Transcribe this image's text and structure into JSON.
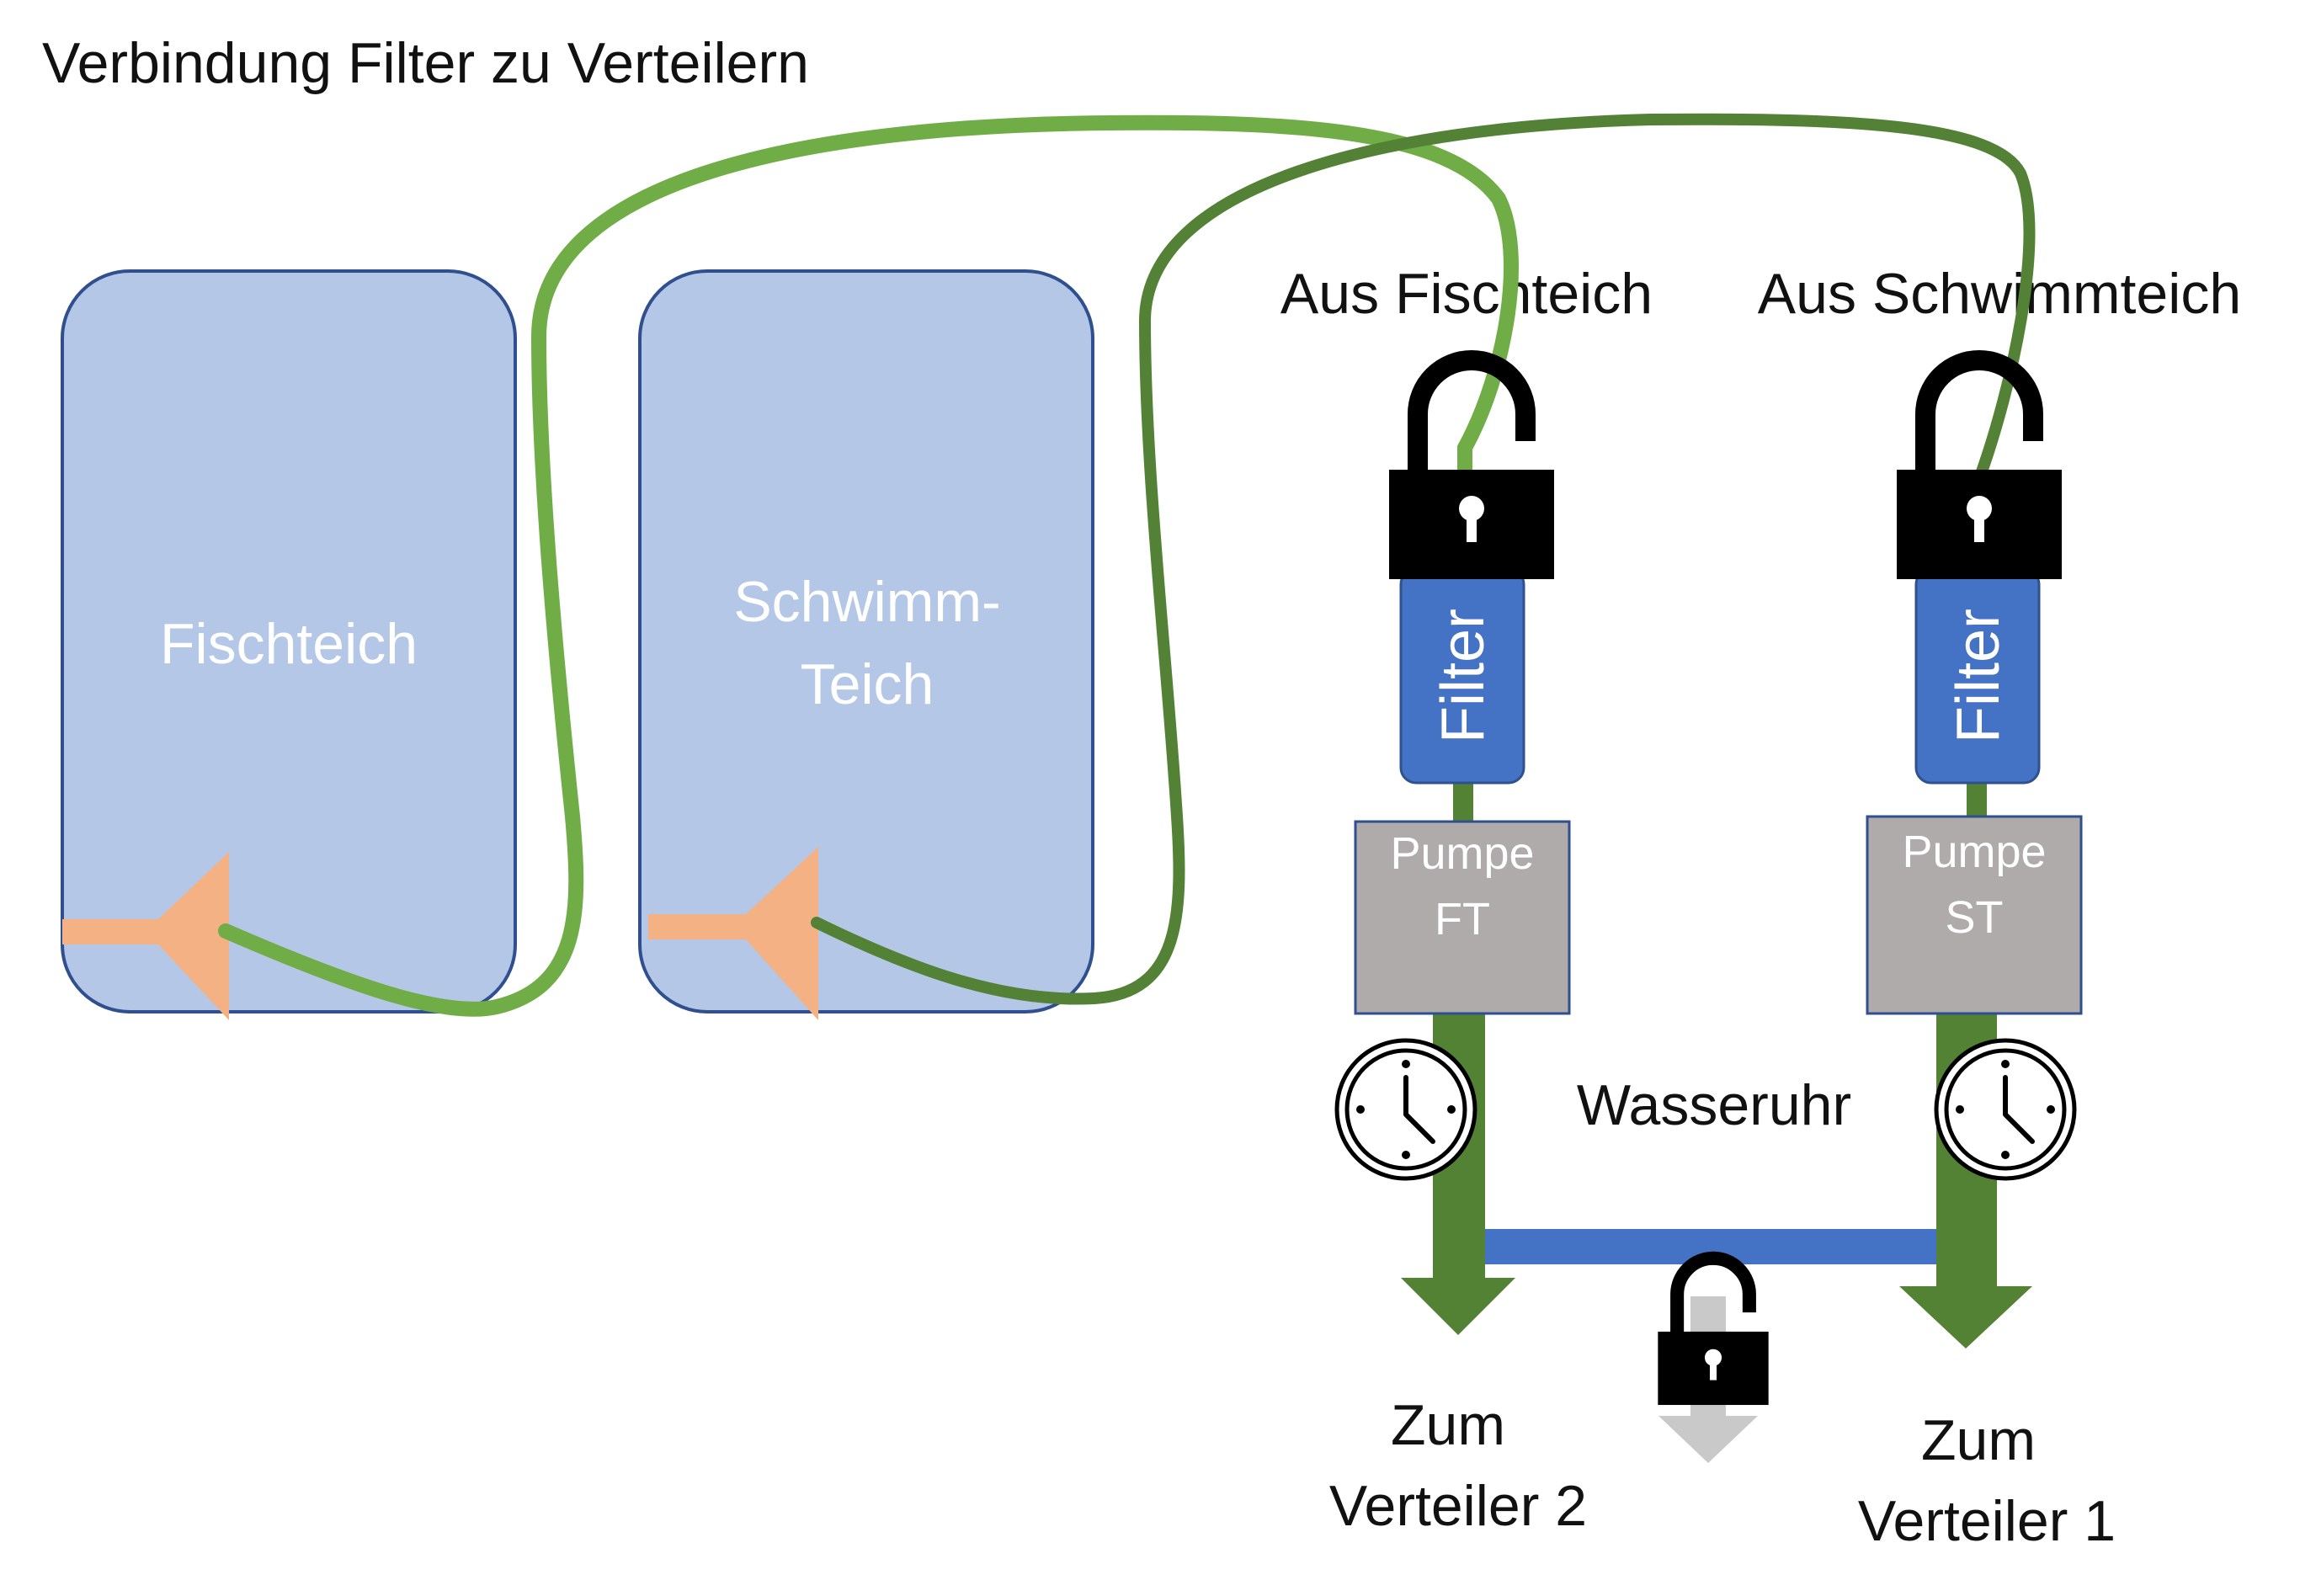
{
  "title": "Verbindung Filter zu Verteilern",
  "ponds": {
    "fisch": {
      "label": "Fischteich"
    },
    "schwimm": {
      "line1": "Schwimm-",
      "line2": "Teich"
    }
  },
  "inlets": {
    "fisch": {
      "label": "Aus Fischteich"
    },
    "schwimm": {
      "label": "Aus Schwimmteich"
    }
  },
  "filters": {
    "left": {
      "label": "Filter"
    },
    "right": {
      "label": "Filter"
    }
  },
  "pumps": {
    "left": {
      "line1": "Pumpe",
      "line2": "FT"
    },
    "right": {
      "line1": "Pumpe",
      "line2": "ST"
    }
  },
  "meter": {
    "label": "Wasseruhr"
  },
  "outlets": {
    "left": {
      "line1": "Zum",
      "line2": "Verteiler 2"
    },
    "right": {
      "line1": "Zum",
      "line2": "Verteiler 1"
    }
  },
  "icons": [
    "lock-icon",
    "clock-icon",
    "arrow-down-icon",
    "nozzle-icon"
  ],
  "colors": {
    "pond_fill": "#b4c7e7",
    "pond_stroke": "#2f4f8f",
    "hose_fischteich": "#70ad47",
    "hose_schwimmteich": "#538135",
    "filter_fill": "#4472c4",
    "pump_fill": "#afabab",
    "pipe_green": "#548235",
    "pipe_blue": "#4472c4",
    "nozzle": "#f4b183",
    "lock": "#000000"
  }
}
